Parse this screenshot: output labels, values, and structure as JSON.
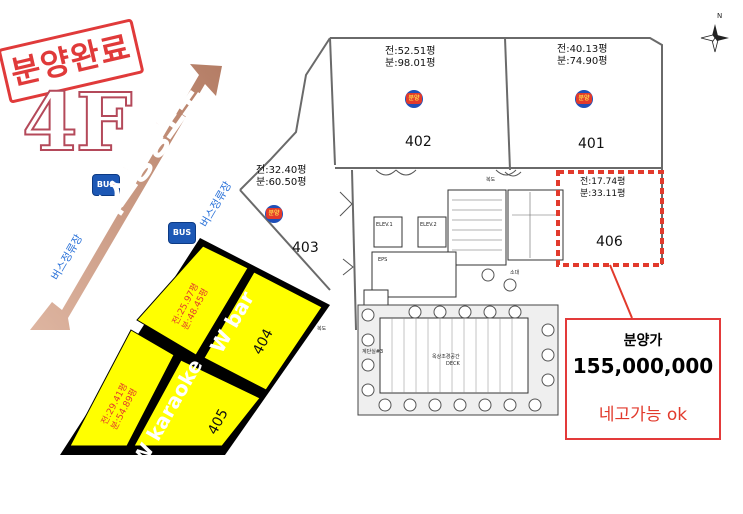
{
  "stamp": "분양완료",
  "floor": "4F",
  "road_label": "버스통행도로",
  "bus_icon_text": "BUS",
  "bus_stop_labels": [
    "버스정류장",
    "버스정류장"
  ],
  "compass": "compass-icon",
  "units": [
    {
      "number": "402",
      "area_total": "전:52.51평",
      "area_exclusive": "분:98.01평"
    },
    {
      "number": "401",
      "area_total": "전:40.13평",
      "area_exclusive": "분:74.90평"
    },
    {
      "number": "403",
      "area_total": "전:32.40평",
      "area_exclusive": "분:60.50평"
    },
    {
      "number": "406",
      "area_total": "전:17.74평",
      "area_exclusive": "분:33.11평"
    },
    {
      "number": "404",
      "area_total": "전:25.97평",
      "area_exclusive": "분:48.45평"
    },
    {
      "number": "405",
      "area_total": "전:29.41평",
      "area_exclusive": "분:54.89평"
    }
  ],
  "sold_badge": "분양",
  "tenants": [
    "W bar",
    "W karaoke"
  ],
  "core_labels": {
    "elev1": "ELEV.1",
    "elev2": "ELEV.2",
    "corridor1": "복도",
    "corridor2": "복도",
    "deck": "DECK",
    "deck_kr": "옥상조경공간",
    "eps": "EPS",
    "fire": "소대",
    "stairs": "계단실#3"
  },
  "price_box": {
    "title": "분양가",
    "price": "155,000,000",
    "note": "네고가능 ok"
  },
  "colors": {
    "accent": "#e23a2c",
    "highlight": "#ffff00",
    "bus": "#1d58b5"
  }
}
